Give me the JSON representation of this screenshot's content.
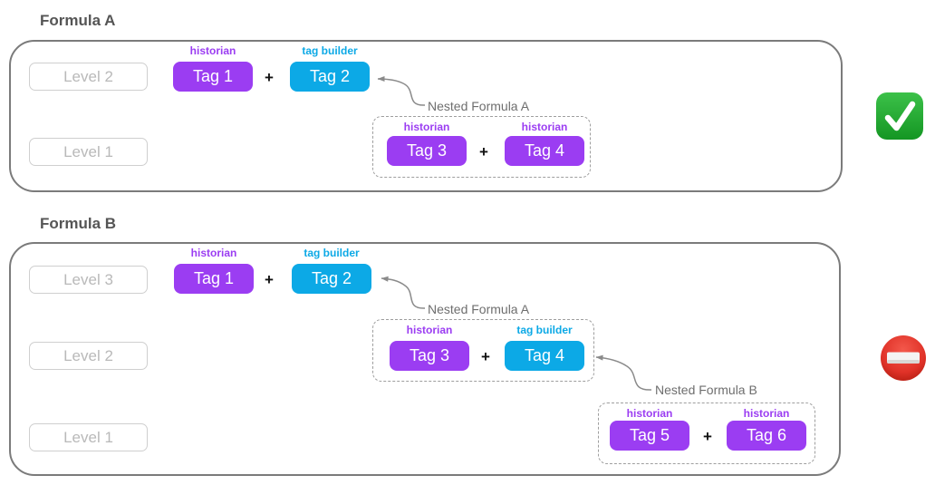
{
  "colors": {
    "historian_purple": "#9b3df2",
    "tag_builder_blue": "#0ca9e6",
    "check_green": "#1fa32c",
    "no_entry_red": "#df3021"
  },
  "formula_a": {
    "title": "Formula A",
    "levels": [
      {
        "label": "Level 2"
      },
      {
        "label": "Level 1"
      }
    ],
    "top_row": {
      "chips": [
        {
          "type_label": "historian",
          "label": "Tag 1"
        },
        {
          "type_label": "tag builder",
          "label": "Tag 2"
        }
      ],
      "operator": "+"
    },
    "nested": {
      "callout": "Nested Formula A",
      "chips": [
        {
          "type_label": "historian",
          "label": "Tag 3"
        },
        {
          "type_label": "historian",
          "label": "Tag 4"
        }
      ],
      "operator": "+"
    }
  },
  "formula_b": {
    "title": "Formula B",
    "levels": [
      {
        "label": "Level 3"
      },
      {
        "label": "Level 2"
      },
      {
        "label": "Level 1"
      }
    ],
    "top_row": {
      "chips": [
        {
          "type_label": "historian",
          "label": "Tag 1"
        },
        {
          "type_label": "tag builder",
          "label": "Tag 2"
        }
      ],
      "operator": "+"
    },
    "nested_a": {
      "callout": "Nested Formula A",
      "chips": [
        {
          "type_label": "historian",
          "label": "Tag 3"
        },
        {
          "type_label": "tag builder",
          "label": "Tag 4"
        }
      ],
      "operator": "+"
    },
    "nested_b": {
      "callout": "Nested Formula B",
      "chips": [
        {
          "type_label": "historian",
          "label": "Tag 5"
        },
        {
          "type_label": "historian",
          "label": "Tag 6"
        }
      ],
      "operator": "+"
    }
  }
}
